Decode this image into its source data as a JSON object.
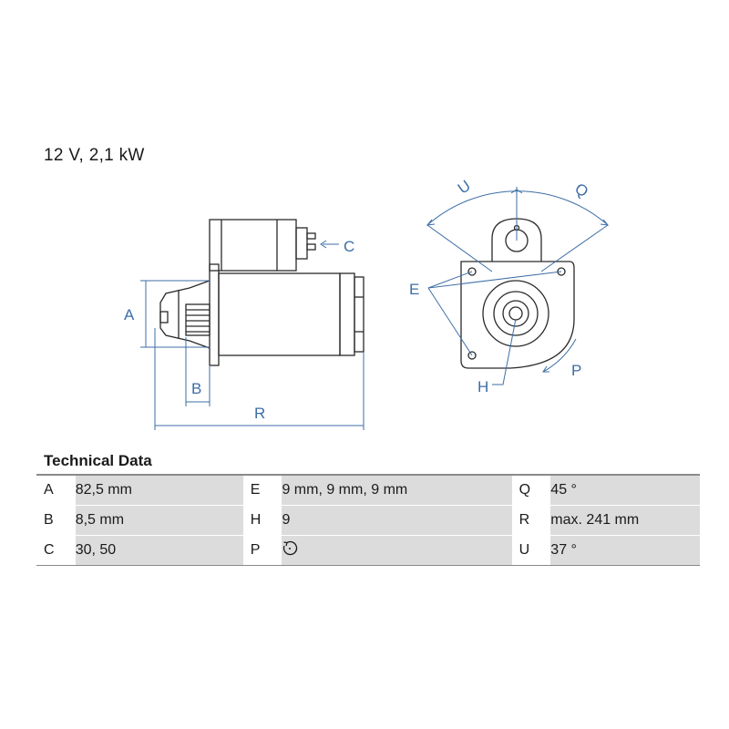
{
  "product": {
    "title": "12 V, 2,1 kW"
  },
  "drawing": {
    "labels": {
      "A": "A",
      "B": "B",
      "C": "C",
      "R": "R",
      "E": "E",
      "H": "H",
      "P": "P",
      "Q": "Q",
      "U": "U"
    },
    "line_color": "#3d6ea6",
    "outline_color": "#2a2a2a"
  },
  "technical_data": {
    "heading": "Technical Data",
    "rows": [
      [
        {
          "key": "A",
          "value": "82,5 mm"
        },
        {
          "key": "E",
          "value": "9 mm, 9 mm, 9 mm"
        },
        {
          "key": "Q",
          "value": "45 °"
        }
      ],
      [
        {
          "key": "B",
          "value": "8,5 mm"
        },
        {
          "key": "H",
          "value": "9"
        },
        {
          "key": "R",
          "value": "max. 241 mm"
        }
      ],
      [
        {
          "key": "C",
          "value": "30, 50"
        },
        {
          "key": "P",
          "value": "",
          "icon": "rotation-direction-icon"
        },
        {
          "key": "U",
          "value": "37 °"
        }
      ]
    ]
  }
}
